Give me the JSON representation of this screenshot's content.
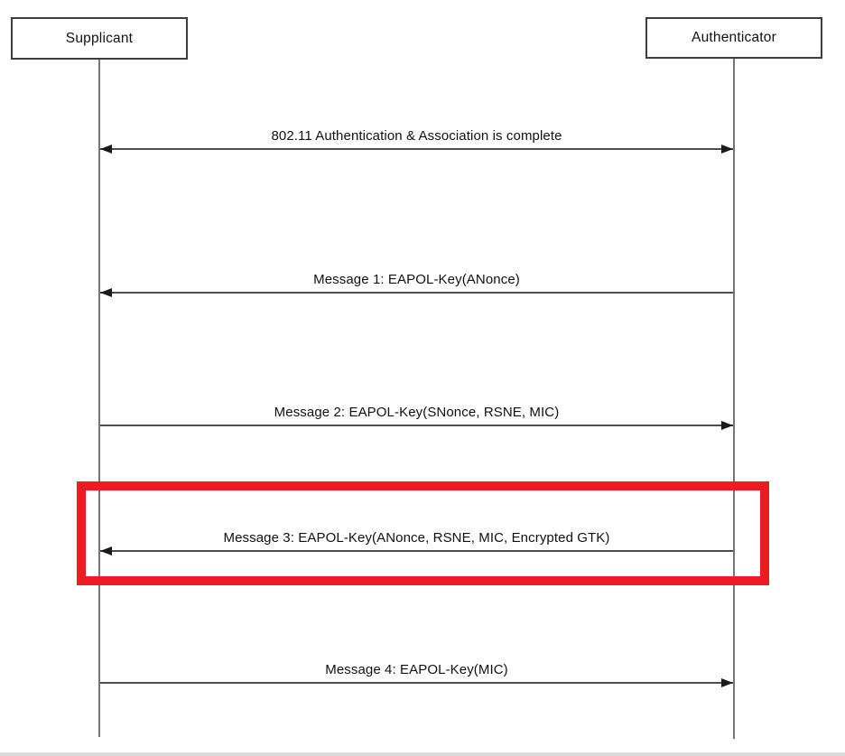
{
  "diagram": {
    "title": "4-way handshake sequence diagram",
    "actors": [
      {
        "id": "supplicant",
        "label": "Supplicant"
      },
      {
        "id": "authenticator",
        "label": "Authenticator"
      }
    ],
    "messages": [
      {
        "label": "802.11 Authentication & Association is complete",
        "direction": "both",
        "from": "supplicant",
        "to": "authenticator",
        "highlighted": false
      },
      {
        "label": "Message 1: EAPOL-Key(ANonce)",
        "direction": "left",
        "from": "authenticator",
        "to": "supplicant",
        "highlighted": false
      },
      {
        "label": "Message 2: EAPOL-Key(SNonce, RSNE, MIC)",
        "direction": "right",
        "from": "supplicant",
        "to": "authenticator",
        "highlighted": false
      },
      {
        "label": "Message 3: EAPOL-Key(ANonce, RSNE, MIC, Encrypted GTK)",
        "direction": "left",
        "from": "authenticator",
        "to": "supplicant",
        "highlighted": true
      },
      {
        "label": "Message 4: EAPOL-Key(MIC)",
        "direction": "right",
        "from": "supplicant",
        "to": "authenticator",
        "highlighted": false
      }
    ],
    "colors": {
      "highlight": "#ed1c24",
      "line": "#4d4d4d",
      "lifeline": "#757575",
      "text": "#101010",
      "background": "#ffffff"
    }
  }
}
